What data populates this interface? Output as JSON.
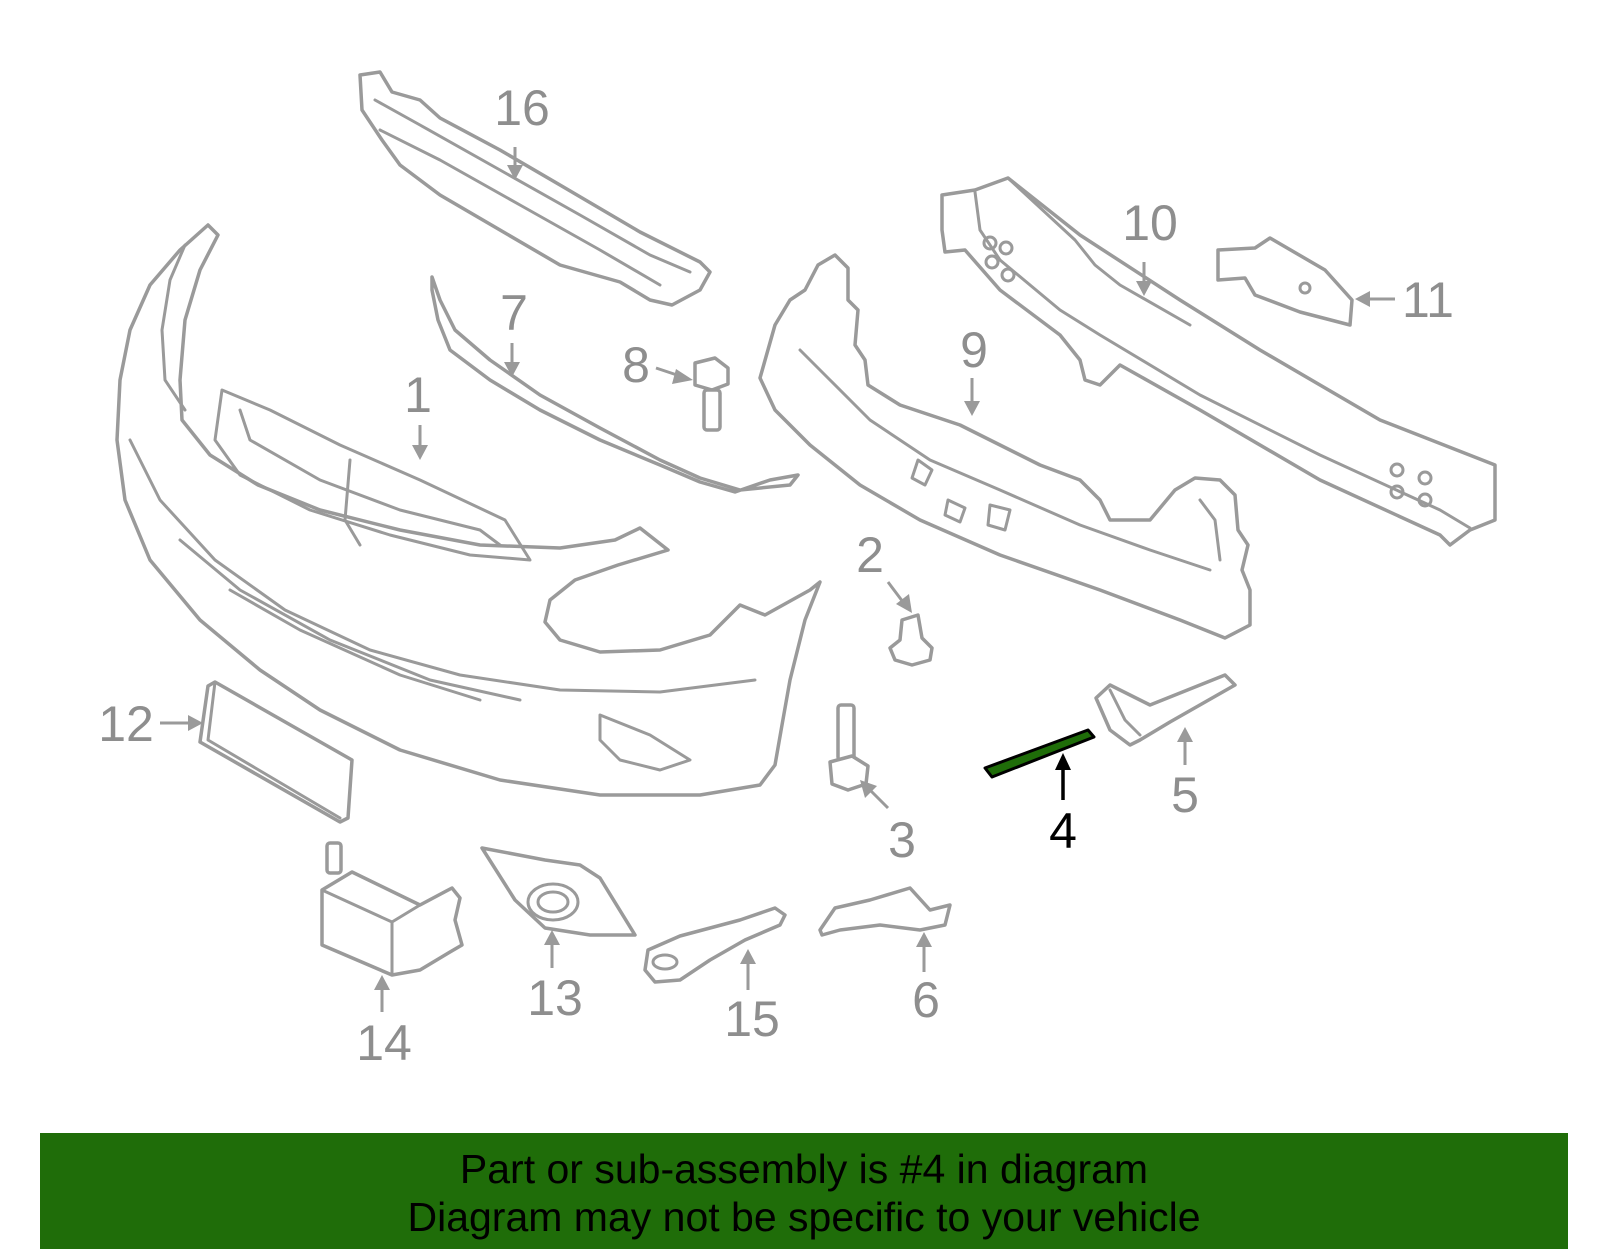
{
  "diagram": {
    "callouts": {
      "c1": "1",
      "c2": "2",
      "c3": "3",
      "c4": "4",
      "c5": "5",
      "c6": "6",
      "c7": "7",
      "c8": "8",
      "c9": "9",
      "c10": "10",
      "c11": "11",
      "c12": "12",
      "c13": "13",
      "c14": "14",
      "c15": "15",
      "c16": "16"
    },
    "highlighted_part": "4",
    "colors": {
      "outline": "#9a9a9a",
      "highlight": "#1f6d09",
      "banner": "#1f6d09"
    }
  },
  "banner": {
    "line1": "Part or sub-assembly is #4 in diagram",
    "line2": "Diagram may not be specific to your vehicle"
  }
}
